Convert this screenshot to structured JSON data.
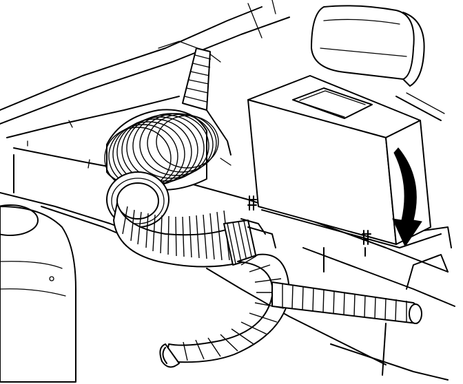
{
  "colors": {
    "line": "#000000",
    "background": "#ffffff"
  },
  "components": {
    "module": "electronic-module",
    "connector": "module-connector",
    "arrow": "removal-arrow",
    "harness_main": "wrapped-wiring-harness",
    "harness_branch": "harness-branch-to-connector",
    "seat": "seat-back",
    "dome": "rear-dome-cover"
  }
}
